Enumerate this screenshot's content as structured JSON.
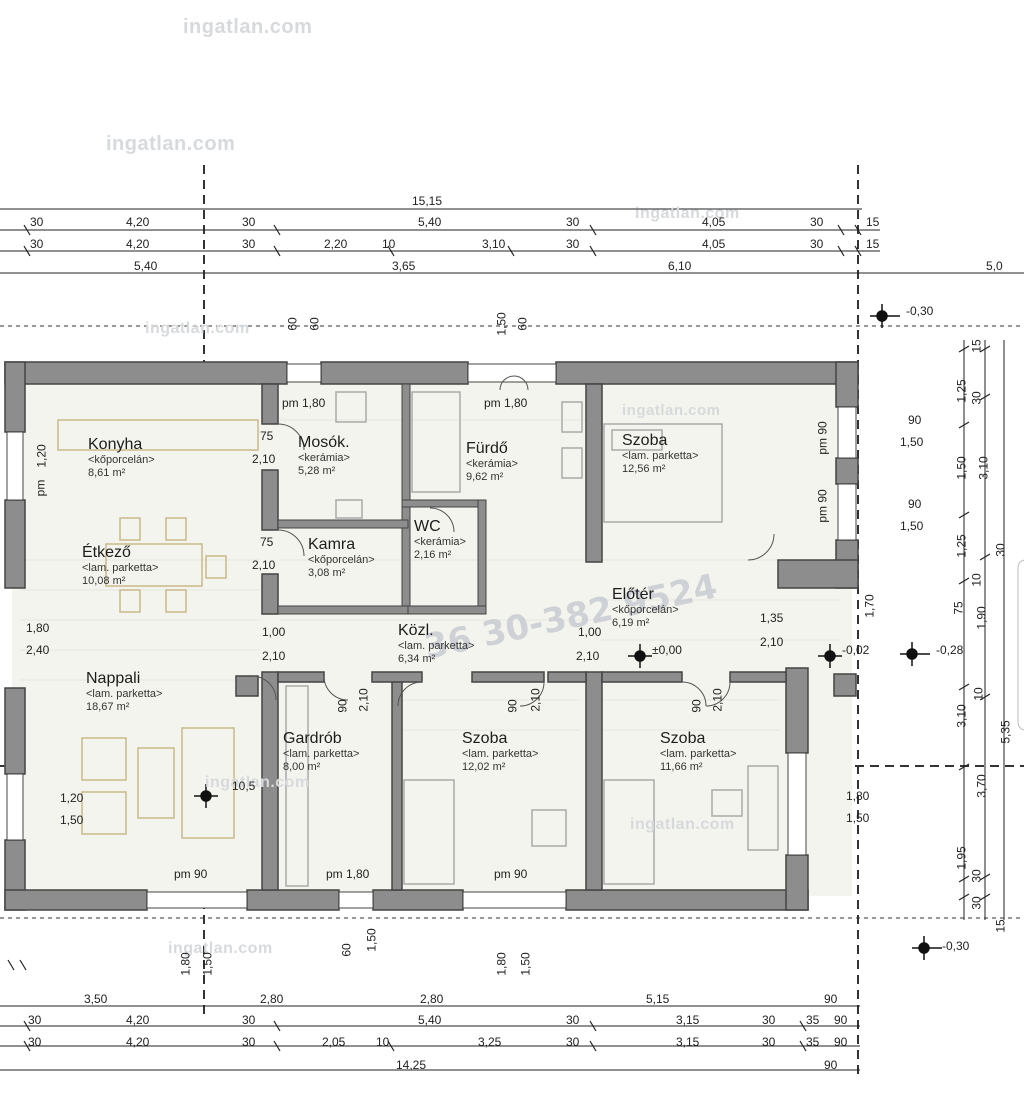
{
  "watermarks": [
    "ingatlan.com",
    "ingatlan.com",
    "ingatlan.com",
    "ingatlan.com",
    "ingatlan.com",
    "ingatlan.com",
    "ingatlan.com",
    "ingatlan.com"
  ],
  "phone_watermark": "36 30-382 9524",
  "rooms": {
    "konyha": {
      "name": "Konyha",
      "mat": "<kőporcelán>",
      "area": "8,61 m²"
    },
    "mosok": {
      "name": "Mosók.",
      "mat": "<kerámia>",
      "area": "5,28 m²"
    },
    "furdo": {
      "name": "Fürdő",
      "mat": "<kerámia>",
      "area": "9,62 m²"
    },
    "szoba1": {
      "name": "Szoba",
      "mat": "<lam. parketta>",
      "area": "12,56 m²"
    },
    "etkezo": {
      "name": "Étkező",
      "mat": "<lam. parketta>",
      "area": "10,08 m²"
    },
    "kamra": {
      "name": "Kamra",
      "mat": "<kőporcelán>",
      "area": "3,08 m²"
    },
    "wc": {
      "name": "WC",
      "mat": "<kerámia>",
      "area": "2,16 m²"
    },
    "eloter": {
      "name": "Előtér",
      "mat": "<kőporcelán>",
      "area": "6,19 m²"
    },
    "kozl": {
      "name": "Közl.",
      "mat": "<lam. parketta>",
      "area": "6,34 m²"
    },
    "nappali": {
      "name": "Nappali",
      "mat": "<lam. parketta>",
      "area": "18,67 m²"
    },
    "gardrob": {
      "name": "Gardrób",
      "mat": "<lam. parketta>",
      "area": "8,00 m²"
    },
    "szoba2": {
      "name": "Szoba",
      "mat": "<lam. parketta>",
      "area": "12,02 m²"
    },
    "szoba3": {
      "name": "Szoba",
      "mat": "<lam. parketta>",
      "area": "11,66 m²"
    }
  },
  "dims": {
    "top1": [
      "15,15"
    ],
    "top2": [
      "30",
      "4,20",
      "30",
      "5,40",
      "30",
      "4,05",
      "30",
      "15"
    ],
    "top3": [
      "30",
      "4,20",
      "30",
      "2,20",
      "10",
      "3,10",
      "30",
      "4,05",
      "30",
      "15"
    ],
    "top4": [
      "5,40",
      "3,65",
      "6,10",
      "5,0"
    ],
    "bot1": [
      "3,50",
      "2,80",
      "2,80",
      "5,15",
      "90"
    ],
    "bot2": [
      "30",
      "4,20",
      "30",
      "5,40",
      "30",
      "3,15",
      "30",
      "35",
      "90"
    ],
    "bot3": [
      "30",
      "4,20",
      "30",
      "2,05",
      "10",
      "3,25",
      "30",
      "3,15",
      "30",
      "35",
      "90"
    ],
    "bot4": [
      "14,25",
      "90"
    ],
    "right": [
      "15",
      "1,25",
      "30",
      "1,50",
      "3,10",
      "1,25",
      "30",
      "10",
      "75",
      "1,90",
      "1,70",
      "10",
      "3,10",
      "5,35",
      "3,70",
      "1,95",
      "30",
      "30",
      "15"
    ],
    "levels": [
      "-0,30",
      "±0,00",
      "-0,02",
      "-0,28",
      "-0,30"
    ],
    "openings": [
      "60",
      "60",
      "1,50",
      "60",
      "1,20",
      "pm",
      "pm 1,80",
      "pm 1,80",
      "pm 90",
      "pm 90",
      "90",
      "1,50",
      "90",
      "1,50",
      "75",
      "2,10",
      "75",
      "2,10",
      "1,80",
      "2,40",
      "1,00",
      "2,10",
      "1,00",
      "2,10",
      "1,35",
      "2,10",
      "90",
      "2,10",
      "90",
      "2,10",
      "90",
      "2,10",
      "1,20",
      "1,50",
      "1,80",
      "1,50",
      "pm 90",
      "pm 1,80",
      "pm 90",
      "1,80",
      "1,50",
      "60",
      "1,50",
      "1,80",
      "1,50",
      "10,5"
    ]
  }
}
